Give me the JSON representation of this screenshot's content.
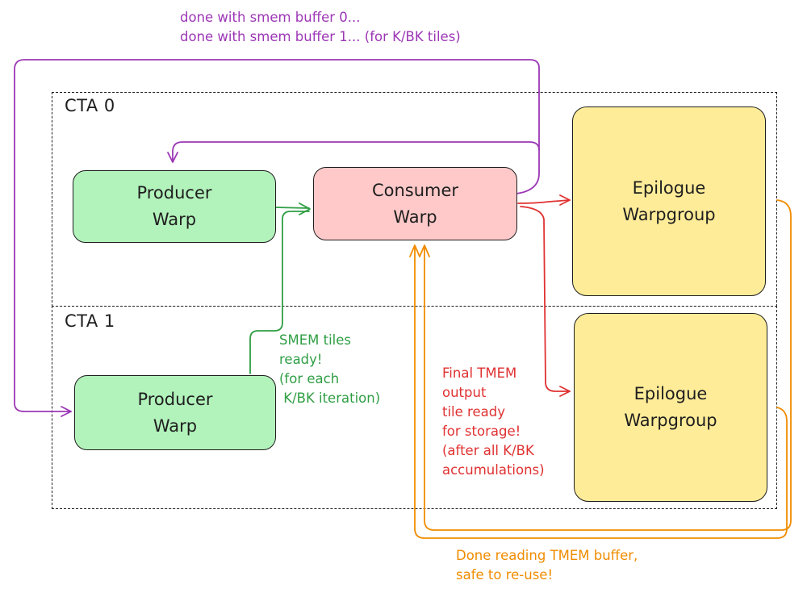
{
  "colors": {
    "producer_fill": "#b2f2bb",
    "consumer_fill": "#ffc9c9",
    "epilogue_fill": "#ffec99",
    "purple": "#9c36b5",
    "green": "#2f9e44",
    "red": "#e03131",
    "orange": "#f08c00"
  },
  "cta0": {
    "label": "CTA 0",
    "producer": {
      "line1": "Producer",
      "line2": "Warp"
    },
    "consumer": {
      "line1": "Consumer",
      "line2": "Warp"
    },
    "epilogue": {
      "line1": "Epilogue",
      "line2": "Warpgroup"
    }
  },
  "cta1": {
    "label": "CTA 1",
    "producer": {
      "line1": "Producer",
      "line2": "Warp"
    },
    "epilogue": {
      "line1": "Epilogue",
      "line2": "Warpgroup"
    }
  },
  "notes": {
    "smem_done": {
      "line1": "done with smem buffer 0...",
      "line2": "done with smem buffer 1... (for K/BK tiles)"
    },
    "smem_ready": {
      "line1": "SMEM tiles",
      "line2": "ready!",
      "line3": "(for each",
      "line4": " K/BK iteration)"
    },
    "tmem_ready": {
      "line1": "Final TMEM",
      "line2": "output",
      "line3": "tile ready",
      "line4": "for storage!",
      "line5": "(after all K/BK",
      "line6": "accumulations)"
    },
    "tmem_done": {
      "line1": "Done reading TMEM buffer,",
      "line2": "safe to re-use!"
    }
  }
}
